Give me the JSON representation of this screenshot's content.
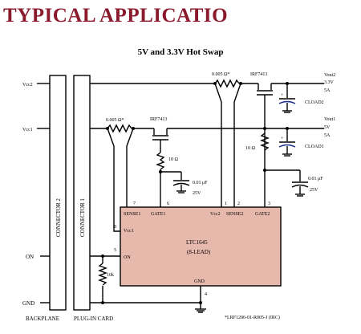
{
  "header": {
    "title": "TYPICAL APPLICATIO",
    "subtitle": "5V and 3.3V Hot Swap"
  },
  "colors": {
    "title": "#8a1a2c",
    "ic_fill": "#e7b8ac",
    "connector_fill": "#ffffff",
    "capacitor_plate": "#1a2a8a"
  },
  "labels": {
    "vcc1_in": "Vcc1",
    "vcc2_in": "Vcc2",
    "on_in": "ON",
    "gnd_in": "GND",
    "connector2": "CONNECTOR 2",
    "connector1": "CONNECTOR 1",
    "backplane": "BACKPLANE",
    "plugin_card": "PLUG-IN CARD",
    "footnote": "*LRF1206-01-R005-J (IRC)"
  },
  "outputs": {
    "out2_name": "Vout2",
    "out2_voltage": "3.3V",
    "out2_current": "5A",
    "out2_load": "CLOAD2",
    "out1_name": "Vout1",
    "out1_voltage": "5V",
    "out1_current": "5A",
    "out1_load": "CLOAD1"
  },
  "components": {
    "sense_res_top": "0.005 Ω*",
    "sense_res_left": "0.005 Ω*",
    "mosfet_top": "IRF7413",
    "mosfet_left": "IRF7413",
    "gate_res_left": "10 Ω",
    "gate_res_right": "10 Ω",
    "gate_cap_left_value": "0.01 μF",
    "gate_cap_left_voltage": "25V",
    "gate_cap_right_value": "0.01 μF",
    "gate_cap_right_voltage": "25V",
    "on_res": "10k"
  },
  "ic": {
    "name": "LTC1645",
    "package": "(8-LEAD)",
    "pin_sense1": "SENSE1",
    "pin_gate1": "GATE1",
    "pin_vcc2": "Vcc2",
    "pin_sense2": "SENSE2",
    "pin_gate2": "GATE2",
    "pin_vcc1": "Vcc1",
    "pin_on": "ON",
    "pin_gnd": "GND",
    "pin_numbers": [
      "7",
      "6",
      "1",
      "2",
      "3",
      "8",
      "5",
      "4"
    ]
  }
}
